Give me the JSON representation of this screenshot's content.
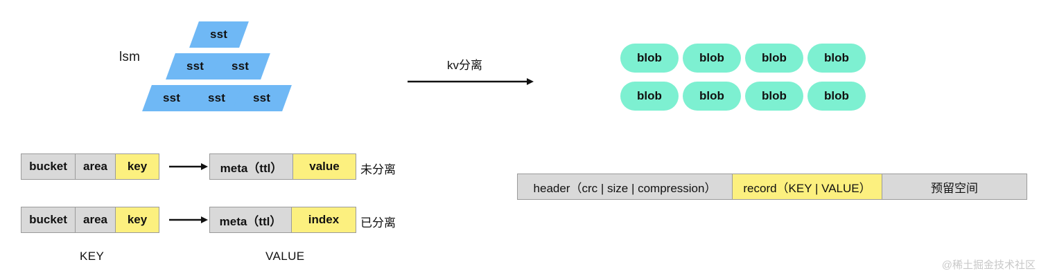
{
  "lsm": {
    "label": "lsm",
    "rows": [
      {
        "cells": [
          {
            "label": "sst"
          }
        ]
      },
      {
        "cells": [
          {
            "label": "sst"
          },
          {
            "label": "sst"
          }
        ]
      },
      {
        "cells": [
          {
            "label": "sst"
          },
          {
            "label": "sst"
          },
          {
            "label": "sst"
          }
        ]
      }
    ],
    "color": "#6FB8F5"
  },
  "transition": {
    "label": "kv分离"
  },
  "blobs": {
    "color": "#7DF0D1",
    "rows": [
      [
        {
          "label": "blob"
        },
        {
          "label": "blob"
        },
        {
          "label": "blob"
        },
        {
          "label": "blob"
        }
      ],
      [
        {
          "label": "blob"
        },
        {
          "label": "blob"
        },
        {
          "label": "blob"
        },
        {
          "label": "blob"
        }
      ]
    ]
  },
  "kv_rows": [
    {
      "key_cells": [
        {
          "label": "bucket",
          "color": "#D9D9D9"
        },
        {
          "label": "area",
          "color": "#D9D9D9"
        },
        {
          "label": "key",
          "color": "#FCF07F"
        }
      ],
      "value_cells": [
        {
          "label": "meta（ttl）",
          "color": "#D9D9D9"
        },
        {
          "label": "value",
          "color": "#FCF07F"
        }
      ],
      "note": "未分离"
    },
    {
      "key_cells": [
        {
          "label": "bucket",
          "color": "#D9D9D9"
        },
        {
          "label": "area",
          "color": "#D9D9D9"
        },
        {
          "label": "key",
          "color": "#FCF07F"
        }
      ],
      "value_cells": [
        {
          "label": "meta（ttl）",
          "color": "#D9D9D9"
        },
        {
          "label": "index",
          "color": "#FCF07F"
        }
      ],
      "note": "已分离"
    }
  ],
  "axis_labels": {
    "key": "KEY",
    "value": "VALUE"
  },
  "record_bar": {
    "segments": [
      {
        "label": "header（crc | size | compression）",
        "color": "#D9D9D9"
      },
      {
        "label": "record（KEY | VALUE）",
        "color": "#FCF07F"
      },
      {
        "label": "预留空间",
        "color": "#D9D9D9"
      }
    ]
  },
  "watermark": "@稀土掘金技术社区"
}
